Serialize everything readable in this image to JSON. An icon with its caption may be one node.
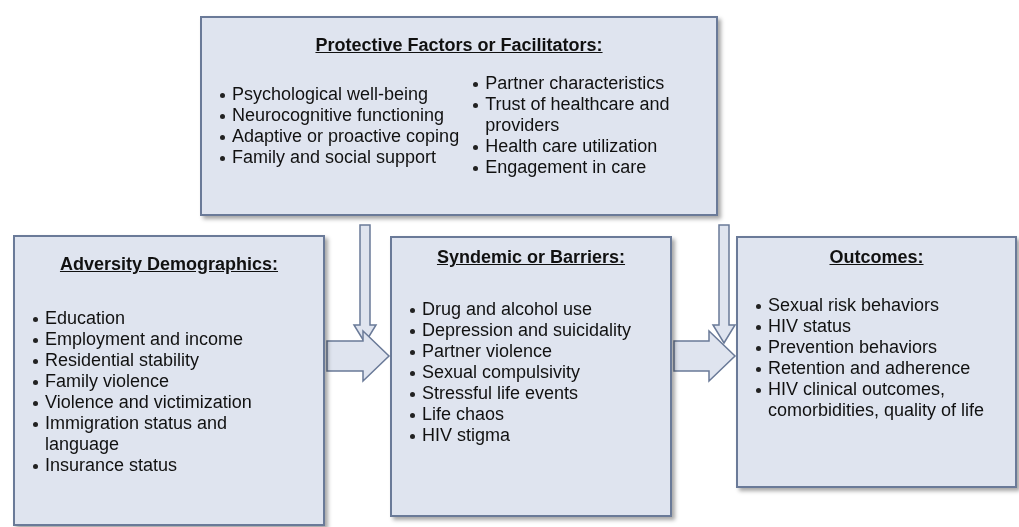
{
  "diagram": {
    "nodes": [
      {
        "text": [
          "Protective Factors or Facilitators:",
          "Psychological well-being",
          "Neurocognitive functioning",
          "Adaptive or proactive coping",
          "Family and social support",
          "Partner characteristics",
          "Trust of healthcare and providers",
          "Health care utilization",
          "Engagement in care"
        ]
      },
      {
        "text": [
          "Adversity Demographics:",
          "Education",
          "Employment and income",
          "Residential stability",
          "Family violence",
          "Violence and victimization",
          "Immigration status and language",
          "Insurance status"
        ]
      },
      {
        "text": [
          "Syndemic or Barriers:",
          "Drug and alcohol use",
          "Depression and suicidality",
          "Partner violence",
          "Sexual compulsivity",
          "Stressful life events",
          "Life chaos",
          "HIV stigma"
        ]
      },
      {
        "text": [
          "Outcomes:",
          "Sexual risk behaviors",
          "HIV status",
          "Prevention behaviors",
          "Retention and adherence",
          "HIV clinical outcomes, comorbidities, quality of life"
        ]
      }
    ],
    "edges": [
      {
        "from": 0,
        "to": null,
        "arrow": "to"
      },
      {
        "from": 0,
        "to": null,
        "arrow": "to"
      },
      {
        "from": 1,
        "to": 2,
        "arrow": "to"
      },
      {
        "from": 2,
        "to": 3,
        "arrow": "to"
      }
    ]
  }
}
